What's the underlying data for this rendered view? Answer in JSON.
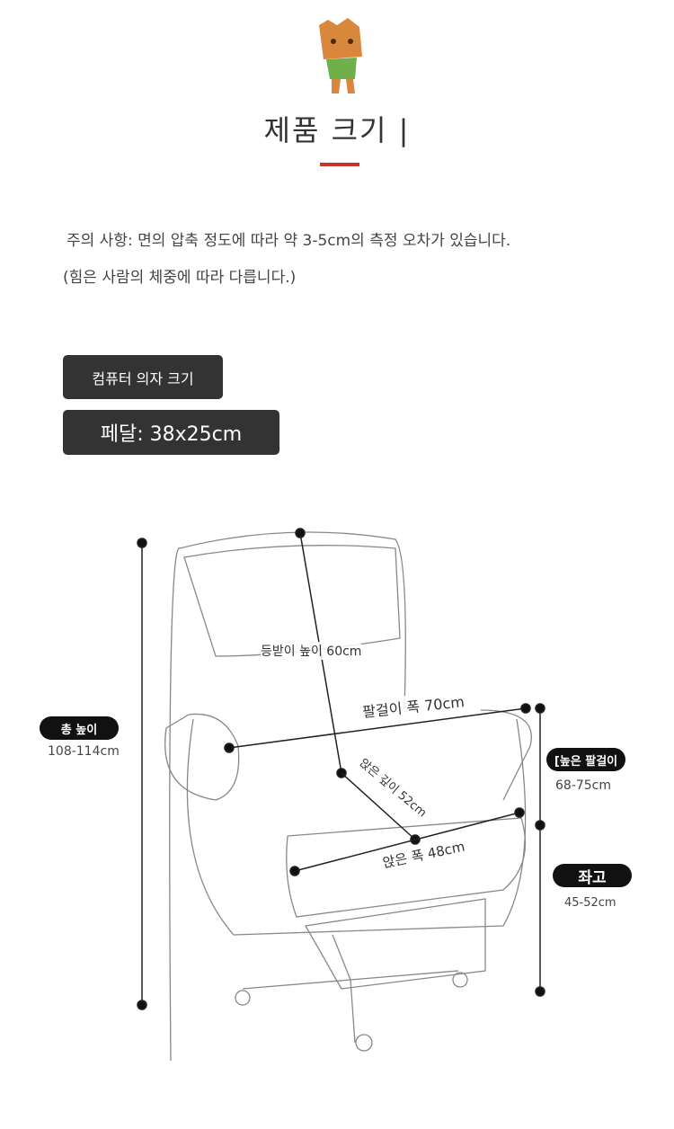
{
  "header": {
    "title": "제품 크기 |"
  },
  "notes": [
    "주의 사항: 면의 압축 정도에 따라 약 3-5cm의 측정 오차가 있습니다.",
    "(힘은 사람의 체중에 따라 다릅니다.)"
  ],
  "tags": {
    "chair_size": "컴퓨터 의자 크기",
    "pedal": "페달: 38x25cm"
  },
  "dimensions": {
    "total_height": {
      "label": "총 높이",
      "value": "108-114cm"
    },
    "armrest_height": {
      "label": "[높은 팔걸이",
      "value": "68-75cm"
    },
    "seat_height": {
      "label": "좌고",
      "value": "45-52cm"
    },
    "backrest_height": "등받이 높이 60cm",
    "armrest_width": "팔걸이 폭 70cm",
    "seat_depth": "앉은 깊이 52cm",
    "seat_width": "앉은 폭 48cm"
  },
  "colors": {
    "accent": "#c8352a",
    "tag_bg": "#333333"
  }
}
